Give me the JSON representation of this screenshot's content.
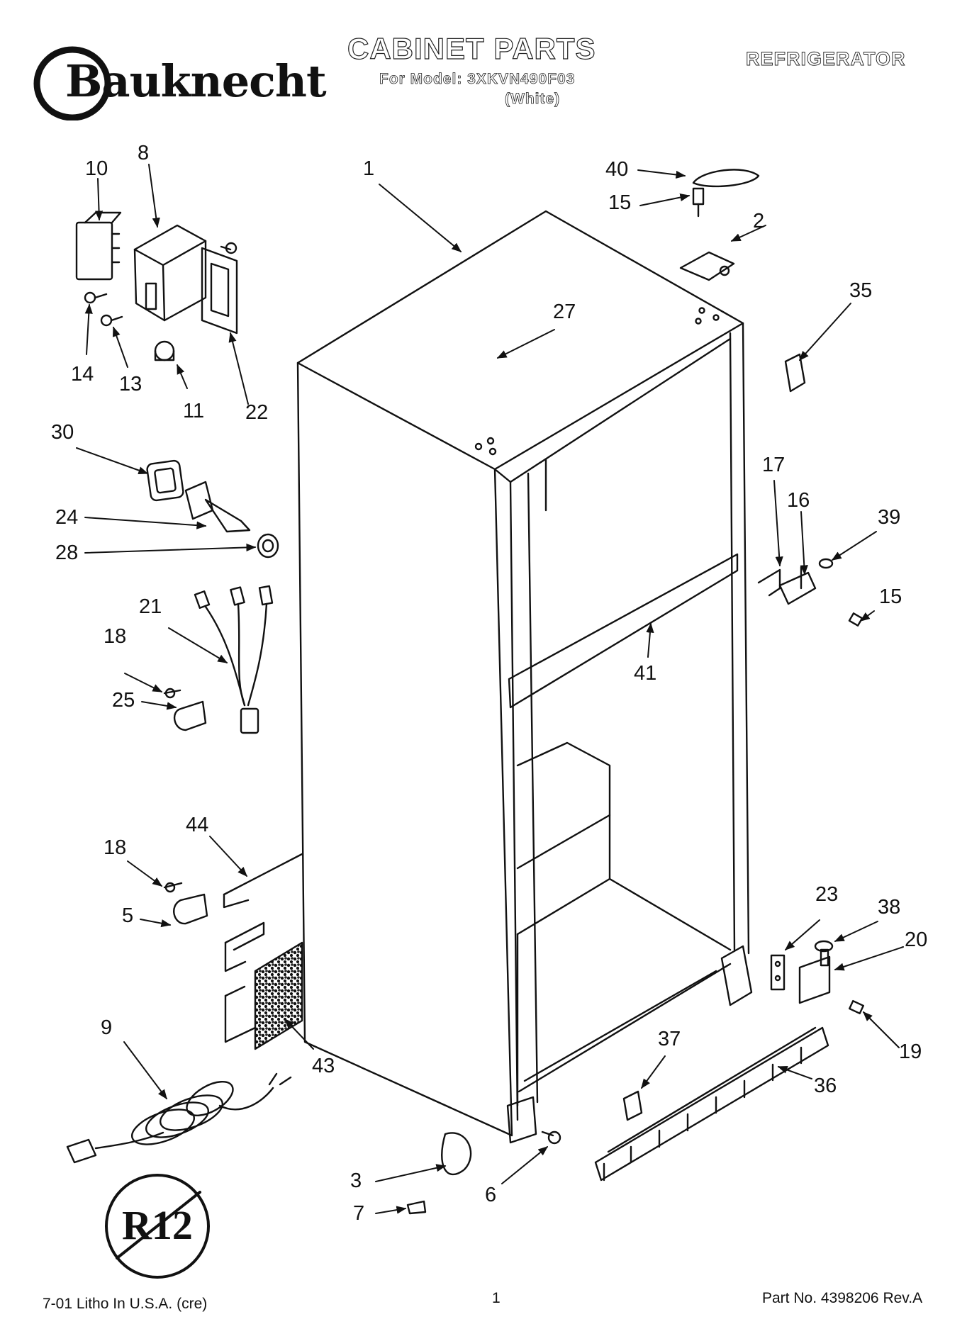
{
  "header": {
    "brand": "Bauknecht",
    "title": "CABINET PARTS",
    "model_line": "For Model: 3XKVN490F03",
    "color_line": "(White)",
    "category": "REFRIGERATOR"
  },
  "callouts": [
    {
      "id": "c1",
      "label": "1"
    },
    {
      "id": "c2",
      "label": "2"
    },
    {
      "id": "c3",
      "label": "3"
    },
    {
      "id": "c5",
      "label": "5"
    },
    {
      "id": "c6",
      "label": "6"
    },
    {
      "id": "c7",
      "label": "7"
    },
    {
      "id": "c8",
      "label": "8"
    },
    {
      "id": "c9",
      "label": "9"
    },
    {
      "id": "c10",
      "label": "10"
    },
    {
      "id": "c11",
      "label": "11"
    },
    {
      "id": "c13",
      "label": "13"
    },
    {
      "id": "c14",
      "label": "14"
    },
    {
      "id": "c15a",
      "label": "15"
    },
    {
      "id": "c15b",
      "label": "15"
    },
    {
      "id": "c16",
      "label": "16"
    },
    {
      "id": "c17",
      "label": "17"
    },
    {
      "id": "c18a",
      "label": "18"
    },
    {
      "id": "c18b",
      "label": "18"
    },
    {
      "id": "c19",
      "label": "19"
    },
    {
      "id": "c20",
      "label": "20"
    },
    {
      "id": "c21",
      "label": "21"
    },
    {
      "id": "c22",
      "label": "22"
    },
    {
      "id": "c23",
      "label": "23"
    },
    {
      "id": "c24",
      "label": "24"
    },
    {
      "id": "c25",
      "label": "25"
    },
    {
      "id": "c27",
      "label": "27"
    },
    {
      "id": "c28",
      "label": "28"
    },
    {
      "id": "c30",
      "label": "30"
    },
    {
      "id": "c35",
      "label": "35"
    },
    {
      "id": "c36",
      "label": "36"
    },
    {
      "id": "c37",
      "label": "37"
    },
    {
      "id": "c38",
      "label": "38"
    },
    {
      "id": "c39",
      "label": "39"
    },
    {
      "id": "c40",
      "label": "40"
    },
    {
      "id": "c41",
      "label": "41"
    },
    {
      "id": "c43",
      "label": "43"
    },
    {
      "id": "c44",
      "label": "44"
    }
  ],
  "badge": {
    "text": "R12",
    "icon": "no-r12-icon"
  },
  "footer": {
    "left": "7-01 Litho In U.S.A. (cre)",
    "page": "1",
    "part_no": "Part No. 4398206 Rev.A"
  }
}
